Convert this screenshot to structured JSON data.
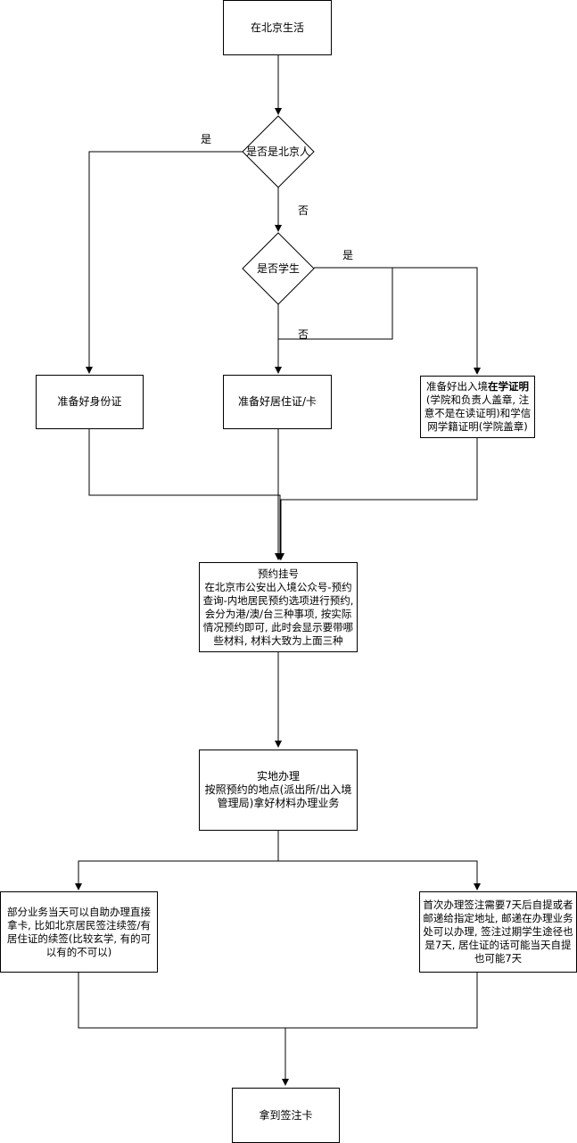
{
  "nodes": {
    "start": "在北京生活",
    "q_beijing": "是否是北京人",
    "q_student": "是否学生",
    "id_card": "准备好身份证",
    "residence": "准备好居住证/卡",
    "student_proof_bold_pre": "准备好出入境",
    "student_proof_bold": "在学证明",
    "student_proof_rest": "(学院和负责人盖章, 注意不是在读证明)和学信网学籍证明(学院盖章)",
    "appointment": "预约挂号\n在北京市公安出入境公众号-预约查询-内地居民预约选项进行预约, 会分为港/澳/台三种事项, 按实际情况预约即可, 此时会显示要带哪些材料, 材料大致为上面三种",
    "onsite": "实地办理\n按照预约的地点(派出所/出入境管理局)拿好材料办理业务",
    "left_branch": "部分业务当天可以自助办理直接拿卡, 比如北京居民签注续签/有居住证的续签(比较玄学, 有的可以有的不可以)",
    "right_branch": "首次办理签注需要7天后自提或者邮递给指定地址, 邮递在办理业务处可以办理, 签注过期学生途径也是7天, 居住证的话可能当天自提也可能7天",
    "end": "拿到签注卡"
  },
  "edge_labels": {
    "beijing_yes": "是",
    "beijing_no": "否",
    "student_yes": "是",
    "student_no": "否"
  }
}
